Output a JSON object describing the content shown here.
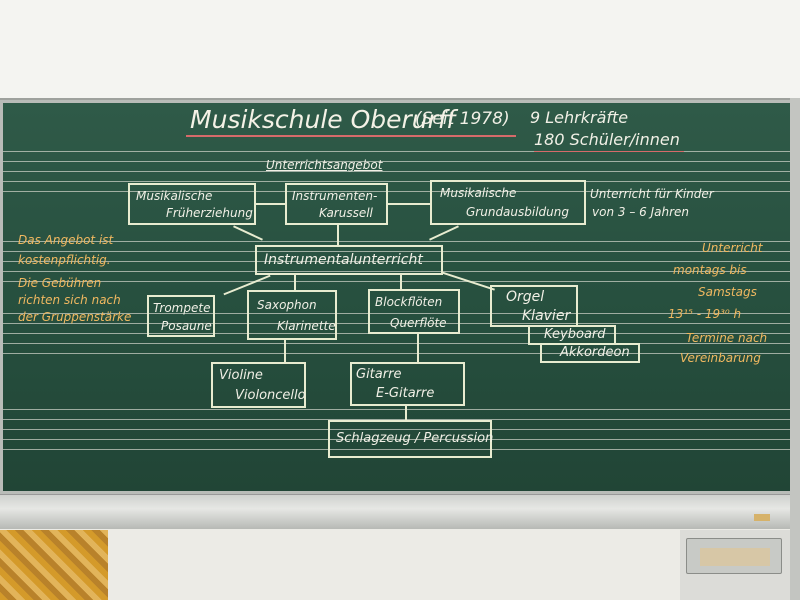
{
  "title": "Musikschule Oberurff",
  "since": "(Seit 1978)",
  "stats": {
    "teachers": "9 Lehrkräfte",
    "students": "180 Schüler/innen"
  },
  "section_heading": "Unterrichtsangebot",
  "top_boxes": [
    {
      "line1": "Musikalische",
      "line2": "Früherziehung"
    },
    {
      "line1": "Instrumenten-",
      "line2": "Karussell"
    },
    {
      "line1": "Musikalische",
      "line2": "Grundausbildung"
    }
  ],
  "children_note": {
    "line1": "Unterricht für Kinder",
    "line2": "von 3 – 6 Jahren"
  },
  "center_box": "Instrumentalunterricht",
  "left_notes": {
    "line1": "Das Angebot ist",
    "line2": "kostenpflichtig.",
    "line3": "Die Gebühren",
    "line4": "richten sich nach",
    "line5": "der Gruppenstärke"
  },
  "right_notes": {
    "line1": "Unterricht",
    "line2": "montags bis",
    "line3": "Samstags",
    "line4": "13¹⁵ - 19³⁰ h",
    "line5": "Termine nach",
    "line6": "Vereinbarung"
  },
  "instrument_boxes": [
    {
      "line1": "Trompete",
      "line2": "Posaune"
    },
    {
      "line1": "Saxophon",
      "line2": "Klarinette"
    },
    {
      "line1": "Blockflöten",
      "line2": "Querflöte"
    },
    {
      "line1": "Orgel",
      "line2": "Klavier",
      "line3": "Keyboard",
      "line4": "Akkordeon"
    }
  ],
  "lower_boxes": [
    {
      "line1": "Violine",
      "line2": "Violoncello"
    },
    {
      "line1": "Gitarre",
      "line2": "E-Gitarre"
    }
  ],
  "bottom_box": "Schlagzeug / Percussion",
  "colors": {
    "board": "#2b5443",
    "chalk": "#f1f0e6",
    "chalk_orange": "#f0b860",
    "underline_red": "#d66a6a"
  }
}
